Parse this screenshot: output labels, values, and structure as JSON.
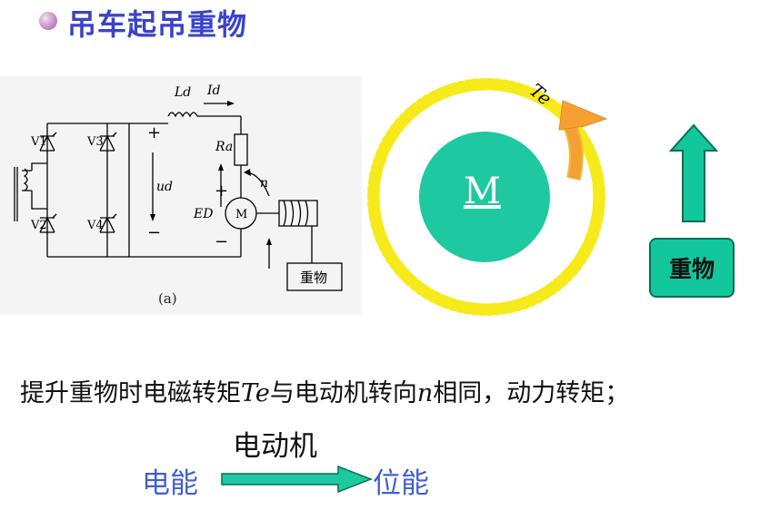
{
  "title": "吊车起吊重物",
  "circuit": {
    "thyristors": [
      "V1",
      "V3",
      "V2",
      "V4"
    ],
    "inductor": "Ld",
    "current": "Id",
    "resistor": "Ra",
    "voltage": "ud",
    "emf": "ED",
    "motor": "M",
    "speed": "n",
    "plus": "+",
    "minus": "−",
    "load": "重物",
    "caption": "(a)"
  },
  "motor_diagram": {
    "motor_label": "M",
    "torque_label": "Te",
    "weight_label": "重物",
    "colors": {
      "ring": "#f6ea1a",
      "motor": "#1ec9a1",
      "torque_arrow": "#f6a033",
      "weight": "#12c79b"
    }
  },
  "description": {
    "part1": "提升重物时电磁转矩",
    "te": "Te",
    "part2": "与电动机转向",
    "n": "n",
    "part3": "相同，动力转矩；"
  },
  "energy": {
    "machine": "电动机",
    "from": "电能",
    "to": "位能"
  }
}
